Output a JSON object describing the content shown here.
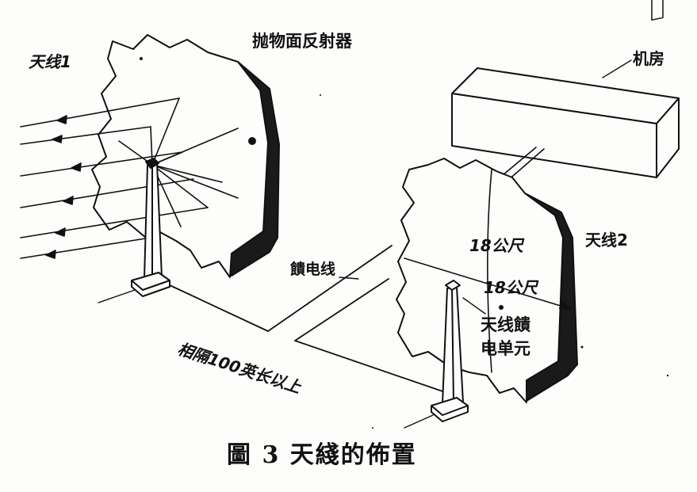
{
  "labels": {
    "antenna1": "天线1",
    "reflector": "抛物面反射器",
    "machine_room": "机房",
    "antenna2": "天线2",
    "height": "18公尺",
    "width": "18公尺",
    "feed_line": "饋电线",
    "feed_unit_line1": "天线饋",
    "feed_unit_line2": "电单元",
    "distance": "相隔100英长以上"
  },
  "caption": "圖 3  天綫的佈置"
}
